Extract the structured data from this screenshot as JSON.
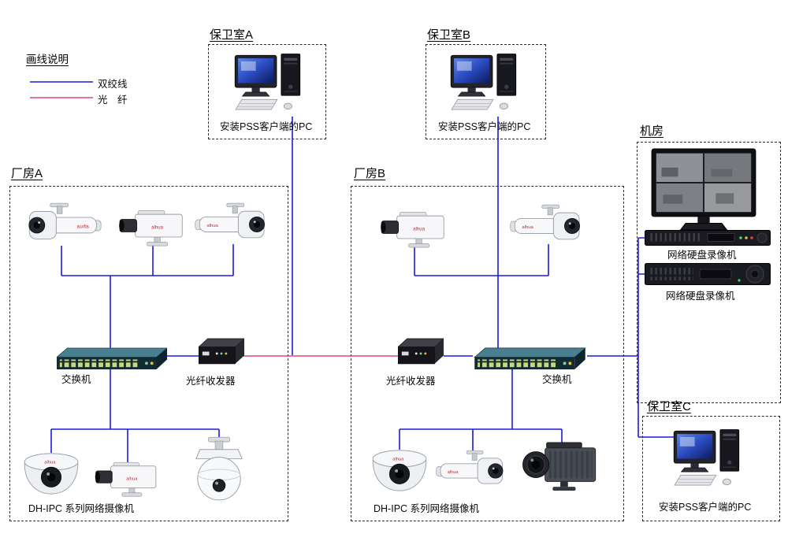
{
  "colors": {
    "twisted_pair": "#1a1ae0",
    "fiber": "#e0457a"
  },
  "brand": "alhua",
  "legend": {
    "title": "画线说明",
    "items": [
      {
        "label": "双绞线",
        "type": "twisted_pair"
      },
      {
        "label": "光　纤",
        "type": "fiber"
      }
    ]
  },
  "rooms": {
    "guard_a": {
      "title": "保卫室A",
      "pc_label": "安装PSS客户端的PC"
    },
    "guard_b": {
      "title": "保卫室B",
      "pc_label": "安装PSS客户端的PC"
    },
    "guard_c": {
      "title": "保卫室C",
      "pc_label": "安装PSS客户端的PC"
    },
    "server_room": {
      "title": "机房",
      "nvr1_label": "网络硬盘录像机",
      "nvr2_label": "网络硬盘录像机"
    },
    "factory_a": {
      "title": "厂房A",
      "switch_label": "交换机",
      "transceiver_label": "光纤收发器",
      "cameras_label": "DH-IPC 系列网络摄像机"
    },
    "factory_b": {
      "title": "厂房B",
      "switch_label": "交换机",
      "transceiver_label": "光纤收发器",
      "cameras_label": "DH-IPC 系列网络摄像机"
    }
  }
}
